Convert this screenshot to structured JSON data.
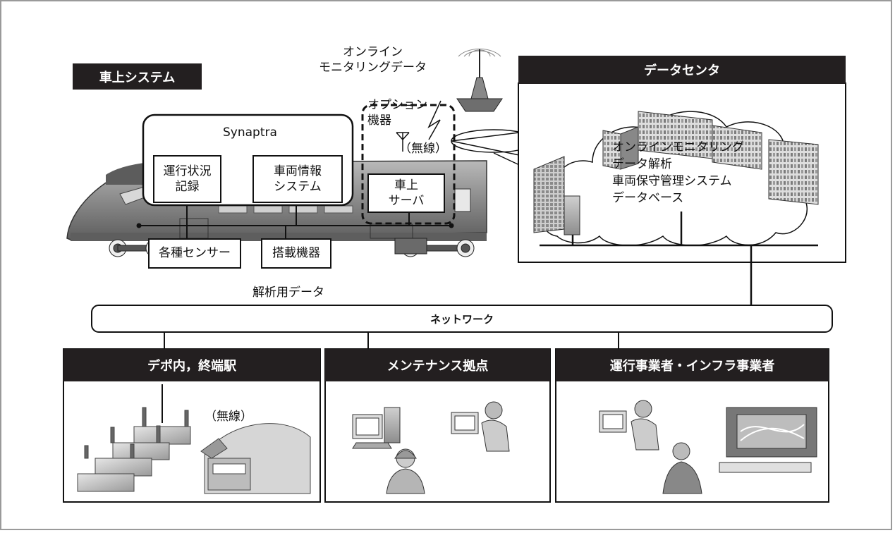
{
  "onboard": {
    "title": "車上システム",
    "platform": "Synaptra",
    "modules": [
      "運行状況\n記録",
      "車両情報\nシステム"
    ],
    "option_label": "オプション\n機器",
    "wireless": "（無線）",
    "server": "車上\nサーバ",
    "devices": [
      "各種センサー",
      "搭載機器"
    ]
  },
  "online_data_label": "オンライン\nモニタリングデータ",
  "datacenter": {
    "title": "データセンタ",
    "functions": [
      "オンラインモニタリング",
      "データ解析",
      "車両保守管理システム",
      "データベース"
    ]
  },
  "analysis_data_label": "解析用データ",
  "network": {
    "label": "ネットワーク"
  },
  "sites": [
    {
      "title": "デポ内，終端駅",
      "wireless": "（無線）"
    },
    {
      "title": "メンテナンス拠点"
    },
    {
      "title": "運行事業者・インフラ事業者"
    }
  ],
  "colors": {
    "header_bg": "#231f20",
    "train_body": "#8c8c8c",
    "line": "#111111"
  }
}
